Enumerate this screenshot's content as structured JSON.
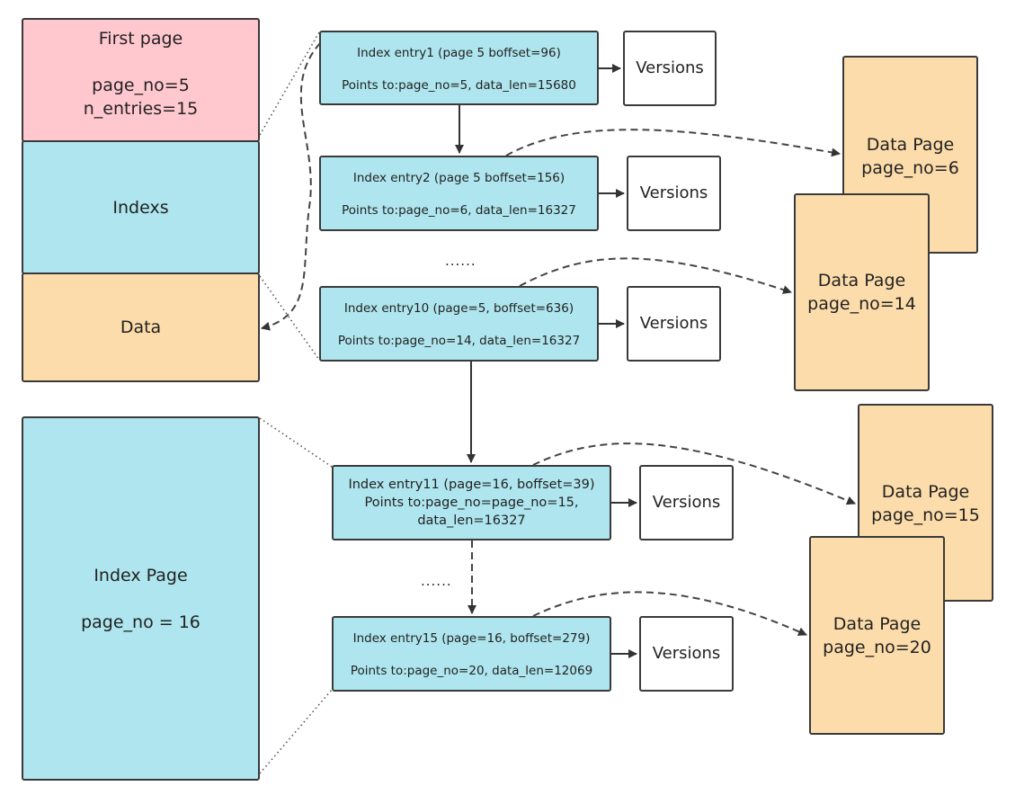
{
  "first_page": {
    "title": "First page",
    "page_no": "page_no=5",
    "n_entries": "n_entries=15",
    "indexs_label": "Indexs",
    "data_label": "Data"
  },
  "index_page": {
    "title": "Index Page",
    "page_no": "page_no = 16"
  },
  "entries": [
    {
      "line1": "Index entry1 (page 5 boffset=96)",
      "line2": "Points to:page_no=5, data_len=15680"
    },
    {
      "line1": "Index entry2 (page 5 boffset=156)",
      "line2": "Points to:page_no=6, data_len=16327"
    },
    {
      "line1": "Index entry10 (page=5, boffset=636)",
      "line2": "Points to:page_no=14, data_len=16327"
    },
    {
      "line1": "Index entry11 (page=16, boffset=39)",
      "line2": "Points to:page_no=page_no=15,",
      "line3": "data_len=16327"
    },
    {
      "line1": "Index entry15 (page=16, boffset=279)",
      "line2": "Points to:page_no=20, data_len=12069"
    }
  ],
  "versions_label": "Versions",
  "ellipsis": "......",
  "data_pages": [
    {
      "title": "Data Page",
      "page_no": "page_no=6"
    },
    {
      "title": "Data Page",
      "page_no": "page_no=14"
    },
    {
      "title": "Data Page",
      "page_no": "page_no=15"
    },
    {
      "title": "Data Page",
      "page_no": "page_no=20"
    }
  ],
  "colors": {
    "first_page": "#ffc7ce",
    "index": "#aee5ee",
    "data": "#fcdcaa",
    "versions": "#ffffff",
    "stroke": "#3a3a3a"
  }
}
